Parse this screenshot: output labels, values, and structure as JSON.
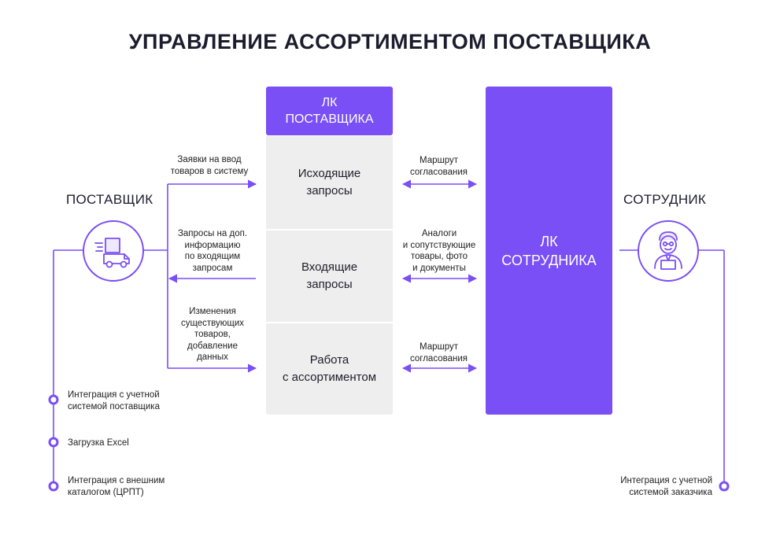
{
  "title": "УПРАВЛЕНИЕ АССОРТИМЕНТОМ ПОСТАВЩИКА",
  "supplier_portal": {
    "line1": "ЛК",
    "line2": "ПОСТАВЩИКА",
    "sections": [
      {
        "line1": "Исходящие",
        "line2": "запросы"
      },
      {
        "line1": "Входящие",
        "line2": "запросы"
      },
      {
        "line1": "Работа",
        "line2": "с ассортиментом"
      }
    ]
  },
  "employee_portal": {
    "line1": "ЛК",
    "line2": "СОТРУДНИКА"
  },
  "supplier": {
    "label": "ПОСТАВЩИК",
    "icon": "truck-icon"
  },
  "employee": {
    "label": "СОТРУДНИК",
    "icon": "employee-at-laptop-icon"
  },
  "left_flows": [
    {
      "lines": [
        "Заявки на ввод",
        "товаров в систему"
      ]
    },
    {
      "lines": [
        "Запросы на доп.",
        "информацию",
        "по входящим",
        "запросам"
      ]
    },
    {
      "lines": [
        "Изменения",
        "существующих",
        "товаров,",
        "добавление",
        "данных"
      ]
    }
  ],
  "middle_flows": [
    {
      "lines": [
        "Маршрут",
        "согласования"
      ]
    },
    {
      "lines": [
        "Аналоги",
        "и сопутствующие",
        "товары, фото",
        "и документы"
      ]
    },
    {
      "lines": [
        "Маршрут",
        "согласования"
      ]
    }
  ],
  "supplier_integrations": [
    {
      "lines": [
        "Интеграция с учетной",
        "системой поставщика"
      ]
    },
    {
      "lines": [
        "Загрузка Excel"
      ]
    },
    {
      "lines": [
        "Интеграция с внешним",
        "каталогом (ЦРПТ)"
      ]
    }
  ],
  "customer_integration": {
    "lines": [
      "Интеграция с учетной",
      "системой заказчика"
    ]
  },
  "colors": {
    "accent": "#7a4ff5",
    "panel": "#eeeeee",
    "text": "#1c1c2e"
  }
}
